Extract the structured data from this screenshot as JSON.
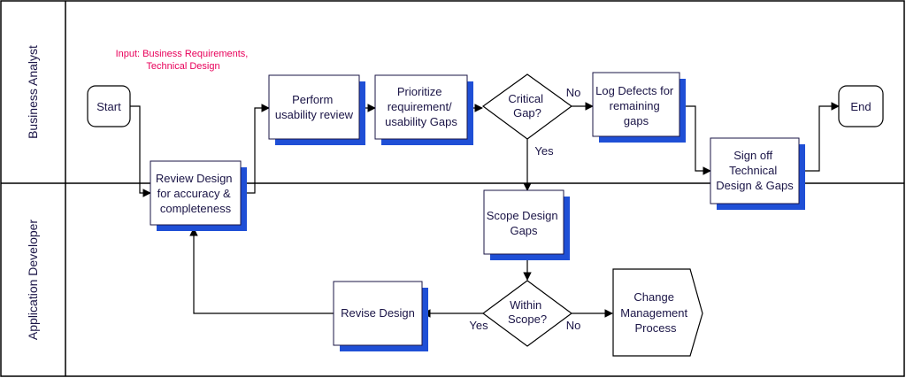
{
  "lanes": {
    "business_analyst": "Business Analyst",
    "application_developer": "Application Developer"
  },
  "note": {
    "line1": "Input: Business Requirements,",
    "line2": "Technical Design"
  },
  "nodes": {
    "start": "Start",
    "end": "End",
    "review_design": [
      "Review Design",
      "for accuracy &",
      "completeness"
    ],
    "perform_usability": [
      "Perform",
      "usability review"
    ],
    "prioritize": [
      "Prioritize",
      "requirement/",
      "usability Gaps"
    ],
    "critical_gap": [
      "Critical",
      "Gap?"
    ],
    "log_defects": [
      "Log Defects for",
      "remaining",
      "gaps"
    ],
    "sign_off": [
      "Sign off",
      "Technical",
      "Design & Gaps"
    ],
    "scope_design": [
      "Scope Design",
      "Gaps"
    ],
    "within_scope": [
      "Within",
      "Scope?"
    ],
    "revise_design": "Revise Design",
    "change_mgmt": [
      "Change",
      "Management",
      "Process"
    ]
  },
  "edge_labels": {
    "critical_no": "No",
    "critical_yes": "Yes",
    "within_yes": "Yes",
    "within_no": "No"
  },
  "colors": {
    "shadow": "#1f4fd6",
    "border": "#1a1446",
    "text": "#1a1446",
    "note": "#e8005a"
  }
}
